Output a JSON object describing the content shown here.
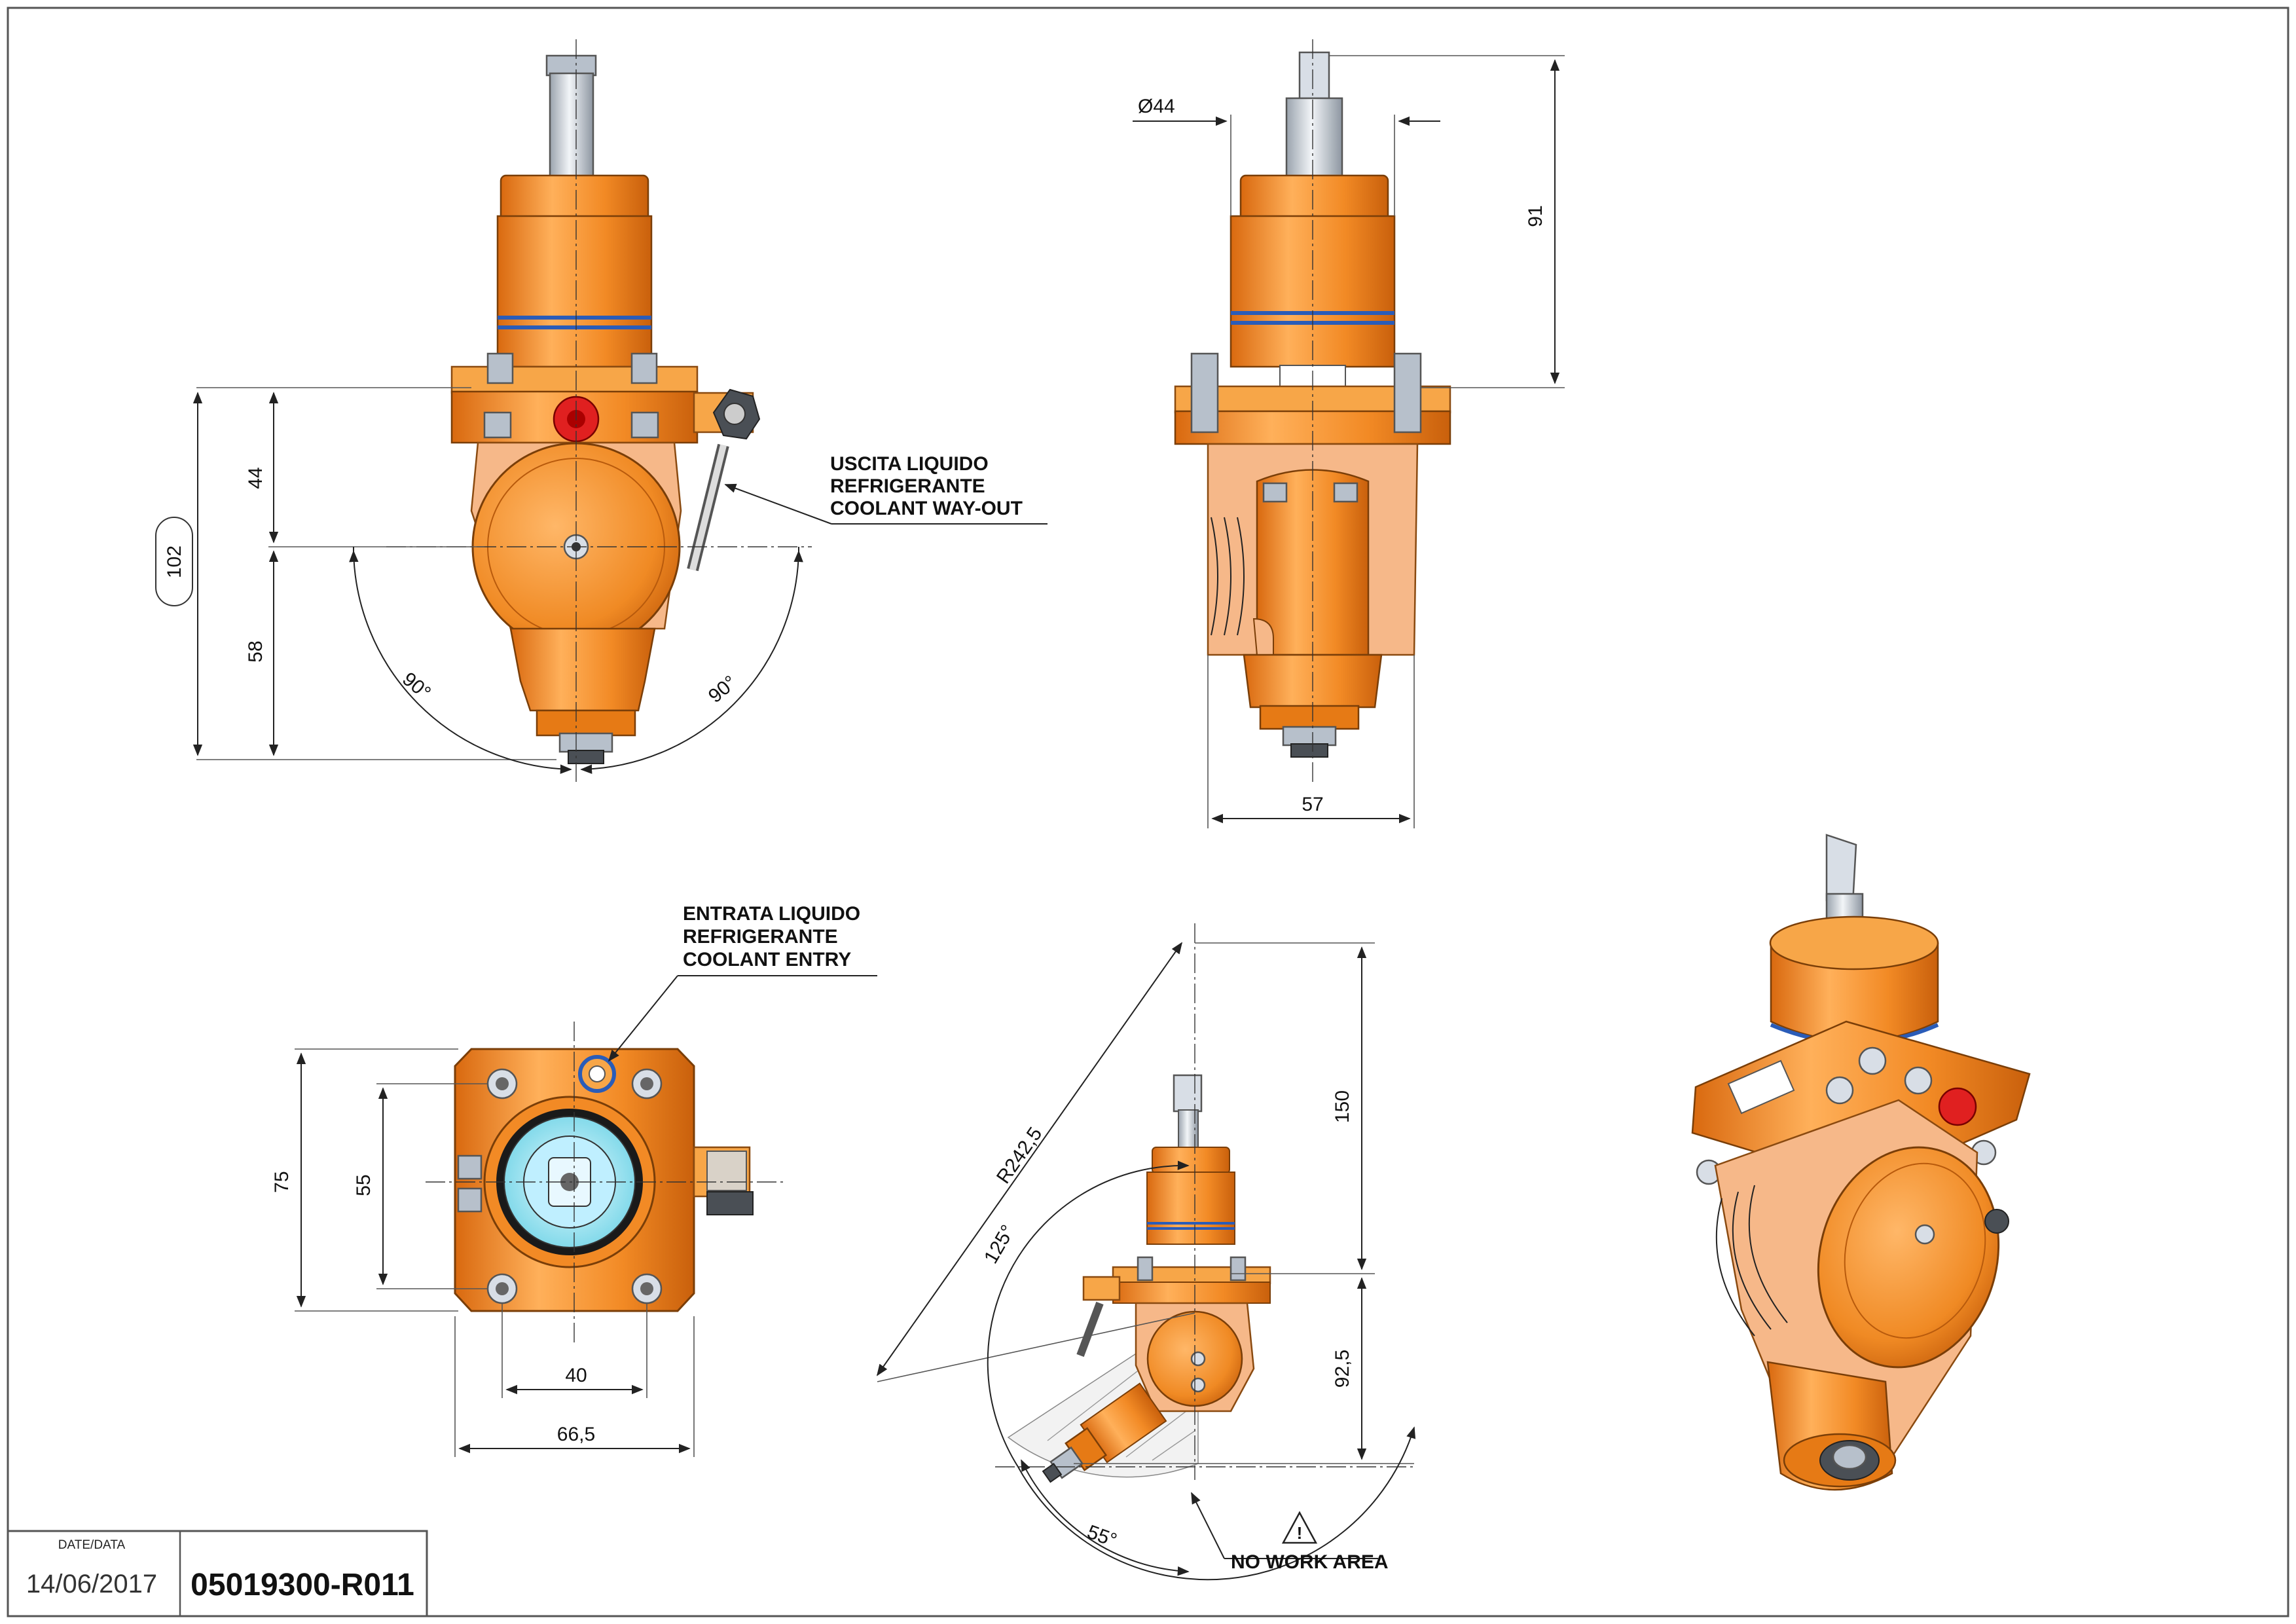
{
  "views": {
    "front": {
      "dims": {
        "d44": "44",
        "d58": "58",
        "d102": "102",
        "ang_left": "90°",
        "ang_right": "90°"
      },
      "callout": {
        "line1": "USCITA LIQUIDO",
        "line2": "REFRIGERANTE",
        "line3": "COOLANT WAY-OUT"
      }
    },
    "side": {
      "dims": {
        "dia": "Ø44",
        "d91": "91",
        "d57": "57"
      }
    },
    "bottom": {
      "dims": {
        "d75": "75",
        "d55": "55",
        "d40": "40",
        "d66_5": "66,5"
      },
      "callout": {
        "line1": "ENTRATA LIQUIDO",
        "line2": "REFRIGERANTE",
        "line3": "COOLANT ENTRY"
      }
    },
    "angled": {
      "dims": {
        "radius": "R242,5",
        "d150": "150",
        "d92_5": "92,5",
        "ang125": "125°",
        "ang55": "55°"
      },
      "warning": {
        "symbol": "!",
        "label": "NO WORK AREA"
      }
    }
  },
  "title_block": {
    "date_label": "DATE/DATA",
    "date": "14/06/2017",
    "code": "05019300-R011"
  }
}
